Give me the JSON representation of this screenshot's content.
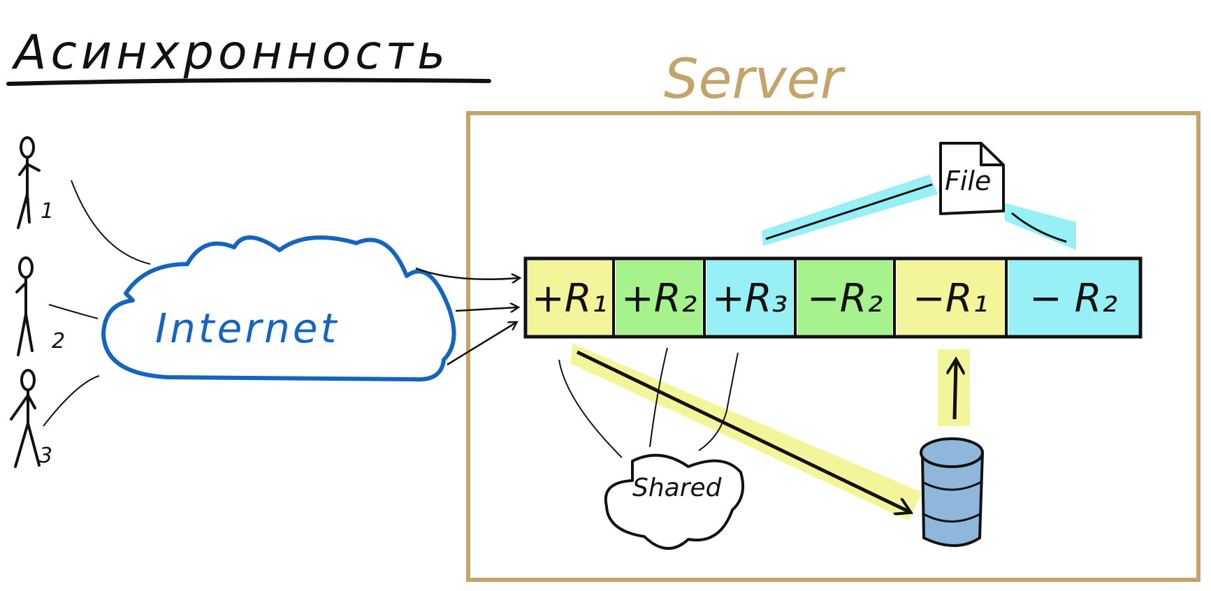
{
  "title": "Асинхронность",
  "server": {
    "label": "Server"
  },
  "users": [
    {
      "number": "1"
    },
    {
      "number": "2"
    },
    {
      "number": "3"
    }
  ],
  "internet": {
    "label": "Internet"
  },
  "queue": {
    "cells": [
      {
        "label": "+R₁",
        "color": "#f4f59a"
      },
      {
        "label": "+R₂",
        "color": "#a6f28c"
      },
      {
        "label": "+R₃",
        "color": "#97f0f5"
      },
      {
        "label": "−R₂",
        "color": "#a6f28c"
      },
      {
        "label": "−R₁",
        "color": "#f4f59a"
      },
      {
        "label": "− R₂",
        "color": "#97f0f5"
      }
    ]
  },
  "file": {
    "label": "File"
  },
  "shared": {
    "label": "Shared"
  },
  "colors": {
    "server_border": "#c4a46b",
    "internet_blue": "#1565c0",
    "yellow_highlight": "#f4f59a",
    "cyan_highlight": "#97f0f5",
    "database_blue": "#8fb6db"
  }
}
